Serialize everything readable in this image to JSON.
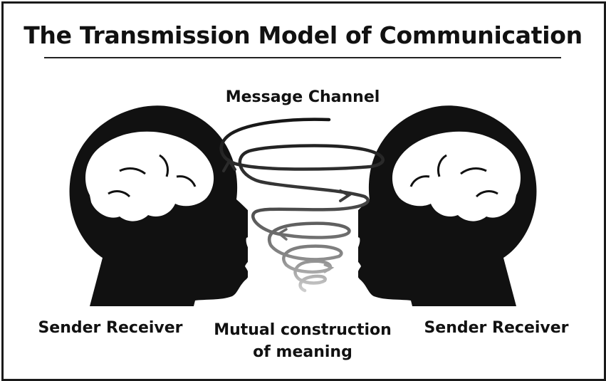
{
  "title": "The Transmission Model of Communication",
  "channel_label": "Message Channel",
  "left_label": "Sender Receiver",
  "right_label": "Sender Receiver",
  "middle_label_line1": "Mutual construction",
  "middle_label_line2": "of meaning",
  "colors": {
    "ink": "#111111",
    "spiral_top": "#1a1a1a",
    "spiral_bottom": "#c8c8c8"
  }
}
